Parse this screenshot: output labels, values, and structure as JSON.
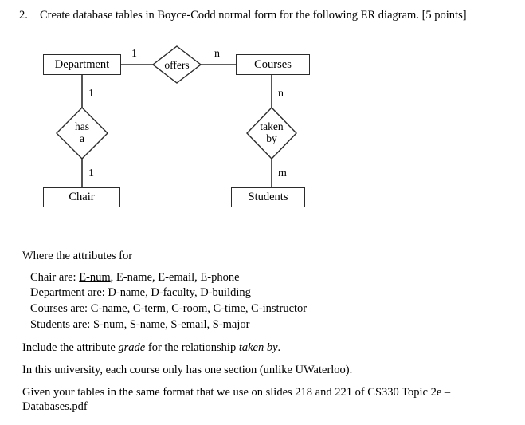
{
  "question": {
    "number": "2.",
    "text": "Create database tables in Boyce-Codd normal form for the following ER diagram. [5 points]"
  },
  "diagram": {
    "entities": [
      {
        "id": "department",
        "label": "Department"
      },
      {
        "id": "courses",
        "label": "Courses"
      },
      {
        "id": "chair",
        "label": "Chair"
      },
      {
        "id": "students",
        "label": "Students"
      }
    ],
    "relationships": [
      {
        "id": "offers",
        "label": "offers",
        "line1": "offers",
        "line2": ""
      },
      {
        "id": "has-a",
        "label": "has a",
        "line1": "has",
        "line2": "a"
      },
      {
        "id": "taken-by",
        "label": "taken by",
        "line1": "taken",
        "line2": "by"
      }
    ],
    "cardinalities": {
      "department_offers": "1",
      "offers_courses": "n",
      "department_hasa": "1",
      "hasa_chair": "1",
      "courses_takenby": "n",
      "takenby_students": "m"
    },
    "colors": {
      "stroke": "#2b2b2b",
      "fill": "#ffffff"
    }
  },
  "body": {
    "lead": "Where the attributes for",
    "attributes": [
      {
        "entity": "Chair are:",
        "key": "E-num",
        "rest": ", E-name, E-email, E-phone"
      },
      {
        "entity": "Department are:",
        "key": "D-name",
        "rest": ", D-faculty, D-building"
      },
      {
        "entity": "Courses are:",
        "key": "C-name",
        "key2": "C-term",
        "rest": ", C-room, C-time, C-instructor"
      },
      {
        "entity": "Students are:",
        "key": "S-num",
        "rest": ", S-name, S-email, S-major"
      }
    ],
    "note_grade": {
      "pre": "Include the attribute ",
      "italic1": "grade",
      "mid": " for the relationship ",
      "italic2": "taken by",
      "post": "."
    },
    "note_section": "In this university, each course only has one section (unlike UWaterloo).",
    "note_format": "Given your tables in the same format that we use on slides 218 and 221 of CS330 Topic 2e – Databases.pdf"
  }
}
